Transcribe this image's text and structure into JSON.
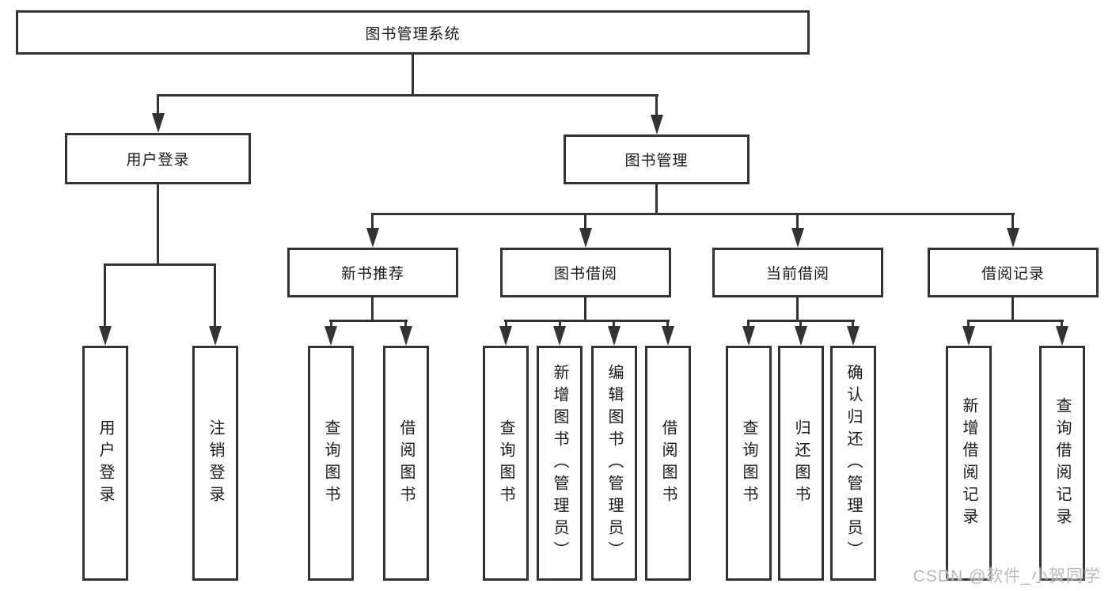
{
  "nodes": {
    "root": "图书管理系统",
    "user": "用户登录",
    "mgmt": "图书管理",
    "sections": [
      "新书推荐",
      "图书借阅",
      "当前借阅",
      "借阅记录"
    ],
    "user_leaves": [
      "用户登录",
      "注销登录"
    ],
    "section_leaves": [
      [
        "查询图书",
        "借阅图书"
      ],
      [
        "查询图书",
        "新增图书（管理员）",
        "编辑图书（管理员）",
        "借阅图书"
      ],
      [
        "查询图书",
        "归还图书",
        "确认归还（管理员）"
      ],
      [
        "新增借阅记录",
        "查询借阅记录"
      ]
    ]
  },
  "watermark": "CSDN @软件_小贺同学",
  "colors": {
    "line": "#333333",
    "text": "#1a1a1a",
    "background": "#ffffff",
    "watermark": "#b9b9b9"
  }
}
